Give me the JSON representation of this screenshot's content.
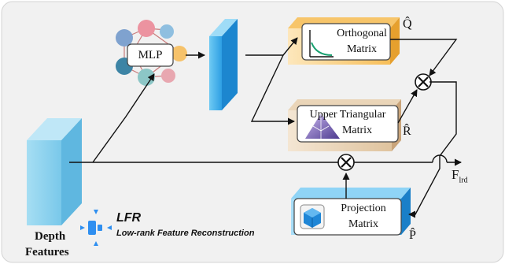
{
  "panel": {
    "depth_label_line1": "Depth",
    "depth_label_line2": "Features",
    "mlp_label": "MLP",
    "orthogonal_line1": "Orthogonal",
    "orthogonal_line2": "Matrix",
    "upper_line1": "Upper Triangular",
    "upper_line2": "Matrix",
    "projection_line1": "Projection",
    "projection_line2": "Matrix",
    "q_hat": "Q̂",
    "r_hat": "R̂",
    "p_hat": "P̂",
    "f_main": "F",
    "f_sub": "lrd"
  },
  "legend": {
    "title": "LFR",
    "subtitle": "Low-rank Feature Reconstruction"
  },
  "colors": {
    "background": "#f1f1f1",
    "depth_block": "#8fd3ee",
    "orthogonal_block": "#f6ba52",
    "upper_block": "#e4c9a6",
    "projection_block": "#2aa3e6",
    "arrow": "#111111",
    "legend_icon": "#2f8ff0"
  }
}
